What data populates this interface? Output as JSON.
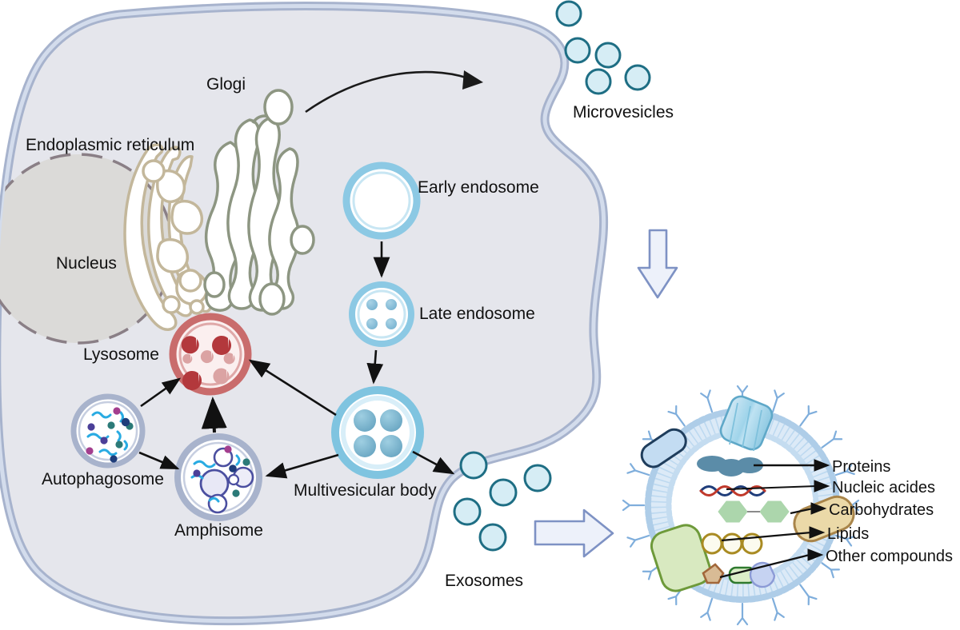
{
  "figure": {
    "type": "biological-diagram",
    "subject": "Extracellular vesicle biogenesis and exosome cargo composition",
    "background_color": "#ffffff"
  },
  "cell": {
    "membrane_outer_color": "#A7B3CD",
    "membrane_inner_color": "#CCD5E6",
    "cytoplasm_color": "#E5E6EC"
  },
  "organelles": {
    "nucleus": {
      "label": "Nucleus",
      "fill": "#DBDAD8",
      "border": "#8A7F86"
    },
    "endoplasmic_reticulum": {
      "label": "Endoplasmic reticulum",
      "fill": "#FFFFFF",
      "border": "#C3B79B"
    },
    "golgi": {
      "label": "Glogi",
      "fill": "#FFFFFF",
      "border": "#8D9682"
    },
    "lysosome": {
      "label": "Lysosome",
      "ring": "#C96C6C",
      "lumen": "#FBEFEF",
      "granule_dark": "#B3383C",
      "granule_light": "#DBA3A3"
    },
    "autophagosome": {
      "label": "Autophagosome",
      "membrane": "#A8B3CC",
      "lumen": "#FFFFFF",
      "squiggle": "#29ABE2",
      "dot_colors": [
        "#7B3F98",
        "#2B7A78",
        "#1F3D7A",
        "#A33E8E",
        "#3E6BB0"
      ]
    },
    "amphisome": {
      "label": "Amphisome",
      "membrane": "#A8B3CC",
      "lumen": "#FFFFFF",
      "vesicle_border": "#4B4FA0",
      "vesicle_fill": "#E8E8F6"
    },
    "early_endosome": {
      "label": "Early endosome",
      "ring": "#8CC9E4",
      "lumen": "#FFFFFF"
    },
    "late_endosome": {
      "label": "Late endosome",
      "ring": "#8CC9E4",
      "lumen": "#FFFFFF",
      "vesicle_fill": "#7FB8D4",
      "vesicle_count": 4
    },
    "multivesicular_body": {
      "label": "Multivesicular body",
      "ring": "#7FC4E0",
      "ring_pale": "#D8EEF8",
      "lumen": "#FFFFFF",
      "vesicle_fill": "#6FAAC6",
      "vesicle_count": 4
    }
  },
  "vesicles": {
    "microvesicles": {
      "label": "Microvesicles",
      "count": 5,
      "fill": "#D6EDF5",
      "border": "#1E6E84"
    },
    "exosomes": {
      "label": "Exosomes",
      "count": 5,
      "fill": "#D6EDF5",
      "border": "#1E6E84"
    }
  },
  "arrows": {
    "block_arrow_color": "#7E92C4",
    "block_arrow_fill": "#EDF1FA",
    "thin_arrow_color": "#111111",
    "golgi_to_membrane": "secretion",
    "down_arrow": "microvesicle-release",
    "right_arrow": "exosome-zoom"
  },
  "exosome_detail": {
    "membrane_color": "#AECDE8",
    "receptor_color": "#7FAEDC",
    "cargo": [
      {
        "id": "proteins",
        "label": "Proteins",
        "color": "#5B8CA8"
      },
      {
        "id": "nucleic-acides",
        "label": "Nucleic acides",
        "color": "#1F3D7A",
        "color2": "#C0392B"
      },
      {
        "id": "carbohydrates",
        "label": "Carbohydrates",
        "color": "#ACD6AC"
      },
      {
        "id": "lipids",
        "label": "Lipids",
        "color": "#A98B22"
      },
      {
        "id": "other-compounds",
        "label": "Other compounds",
        "color": "#C89A6B"
      }
    ],
    "membrane_proteins": [
      {
        "id": "capsule-protein-left",
        "fill": "#C3DCF2",
        "border": "#1F3D5C"
      },
      {
        "id": "barrel-protein-top",
        "fill": "#BFE3F2",
        "border": "#5FA8C8"
      },
      {
        "id": "capsule-protein-right",
        "fill": "#EBD9A8",
        "border": "#A9854A"
      },
      {
        "id": "capsule-protein-bottom",
        "fill": "#D8E9C0",
        "border": "#6E9A3A"
      }
    ]
  }
}
